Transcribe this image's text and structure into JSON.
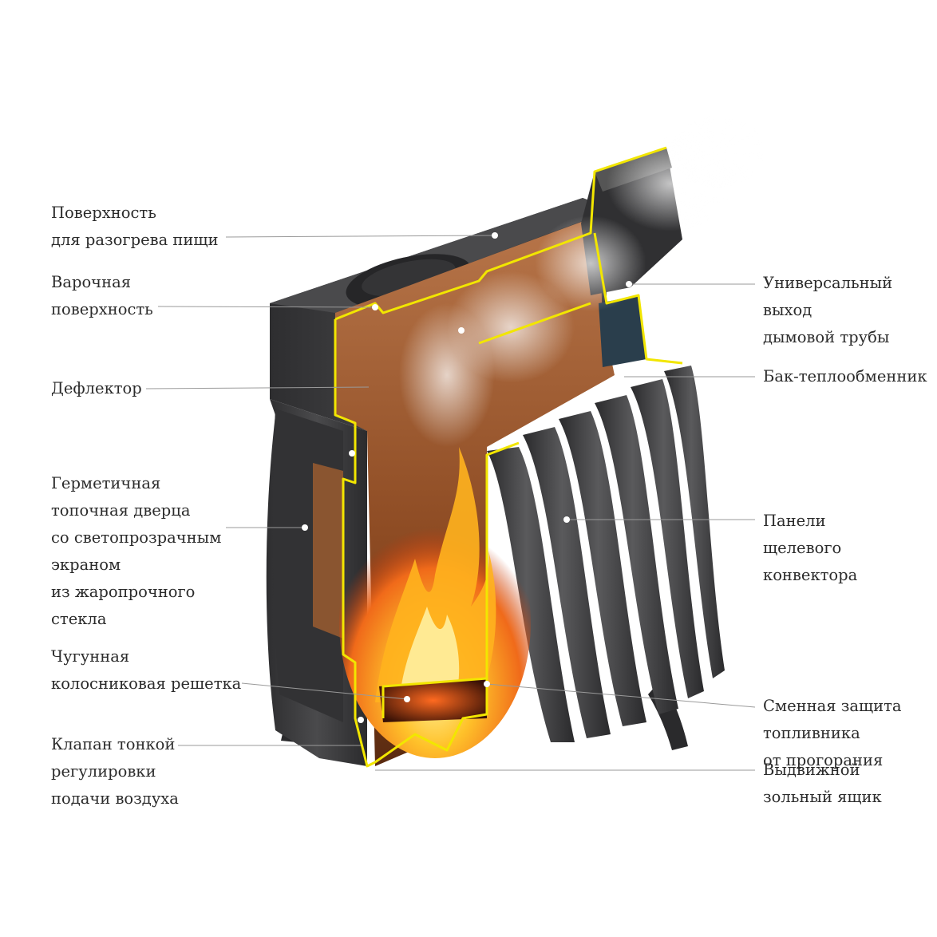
{
  "colors": {
    "body": "#3d3d3f",
    "body_dark": "#2a2a2c",
    "outline": "#f2e600",
    "fire_core": "#ffd23a",
    "fire_outer": "#e8541c",
    "interior": "#9a5528",
    "leader": "#9a9a9a",
    "text": "#2b2b2b"
  },
  "labels": {
    "cooking_top": [
      "Поверхность",
      "для разогрева пищи"
    ],
    "hob": [
      "Варочная",
      "поверхность"
    ],
    "deflector": [
      "Дефлектор"
    ],
    "door": [
      "Герметичная",
      "топочная дверца",
      "со светопрозрачным",
      "экраном",
      "из жаропрочного",
      "стекла"
    ],
    "grate": [
      "Чугунная",
      "колосниковая решетка"
    ],
    "valve": [
      "Клапан тонкой",
      "регулировки",
      "подачи воздуха"
    ],
    "chimney": [
      "Универсальный",
      "выход",
      "дымовой трубы"
    ],
    "tank": [
      "Бак-теплообменник"
    ],
    "panels": [
      "Панели",
      "щелевого",
      "конвектора"
    ],
    "guard": [
      "Сменная защита",
      "топливника",
      "от прогорания"
    ],
    "ash": [
      "Выдвижной",
      "зольный ящик"
    ]
  }
}
